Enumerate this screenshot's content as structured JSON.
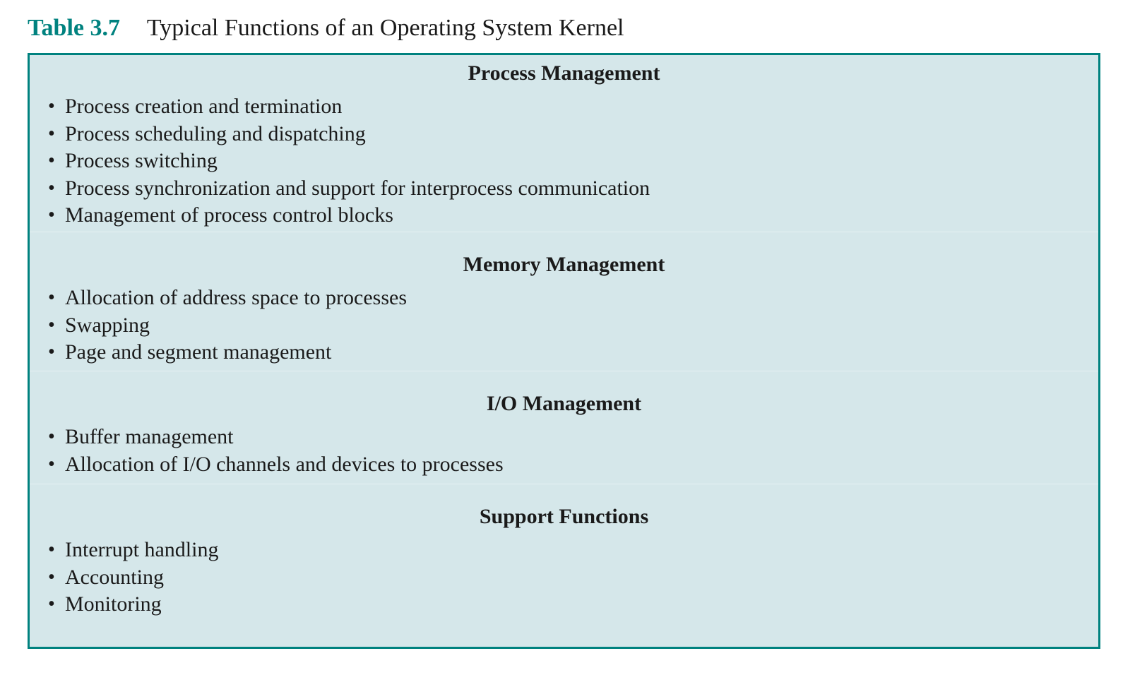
{
  "caption": {
    "label": "Table 3.7",
    "title": "Typical Functions of an Operating System Kernel"
  },
  "sections": [
    {
      "heading": "Process Management",
      "items": [
        "Process creation and termination",
        "Process scheduling and dispatching",
        "Process switching",
        "Process synchronization and support for interprocess communication",
        "Management of process control blocks"
      ]
    },
    {
      "heading": "Memory Management",
      "items": [
        "Allocation of address space to processes",
        "Swapping",
        "Page and segment management"
      ]
    },
    {
      "heading": "I/O Management",
      "items": [
        "Buffer management",
        "Allocation of I/O channels and devices to processes"
      ]
    },
    {
      "heading": "Support Functions",
      "items": [
        "Interrupt handling",
        "Accounting",
        "Monitoring"
      ]
    }
  ],
  "colors": {
    "accent": "#00827f",
    "table_background": "#d5e7ea",
    "text": "#1a1a1a"
  },
  "icons": {
    "bullet": "bullet-icon"
  }
}
